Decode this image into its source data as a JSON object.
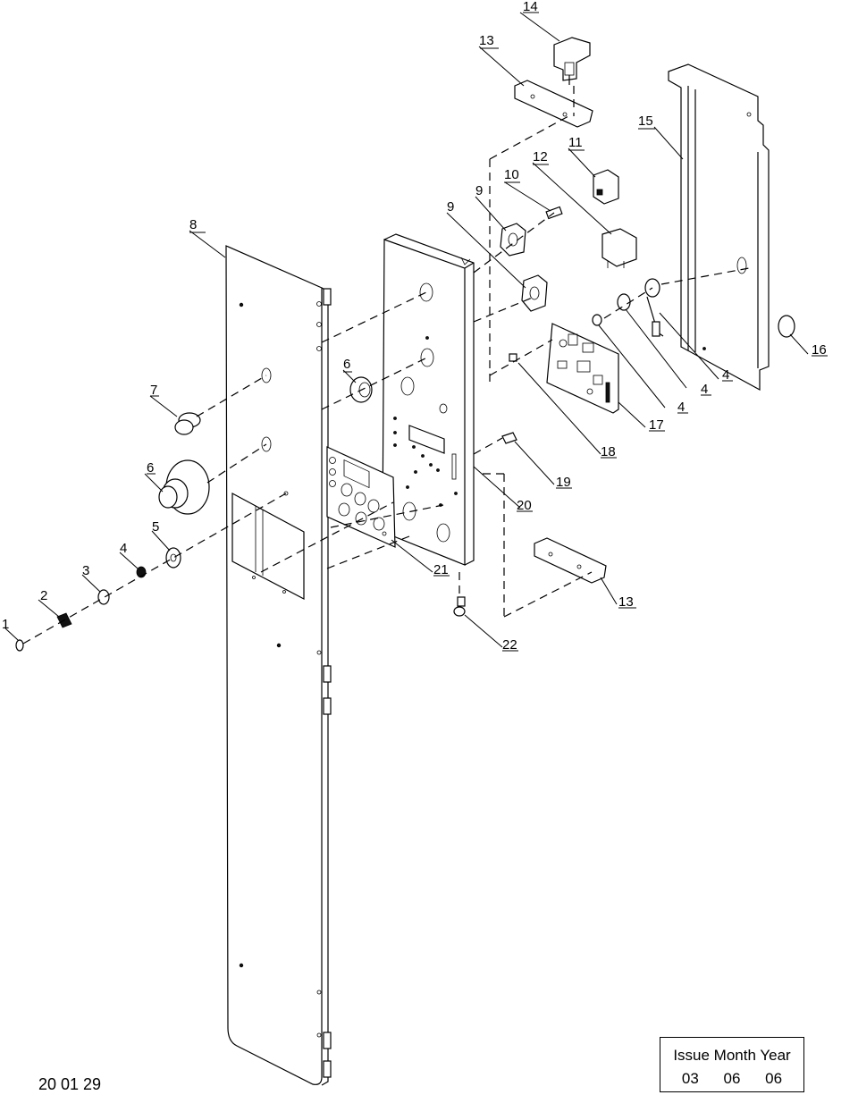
{
  "callouts": [
    "1",
    "2",
    "3",
    "4",
    "5",
    "6",
    "7",
    "8",
    "9",
    "10",
    "11",
    "12",
    "13",
    "14",
    "15",
    "16",
    "17",
    "18",
    "19",
    "20",
    "21",
    "22"
  ],
  "drawing_number": "20 01 29",
  "issue_box": {
    "header": "Issue Month Year",
    "issue": "03",
    "month": "06",
    "year": "06"
  }
}
